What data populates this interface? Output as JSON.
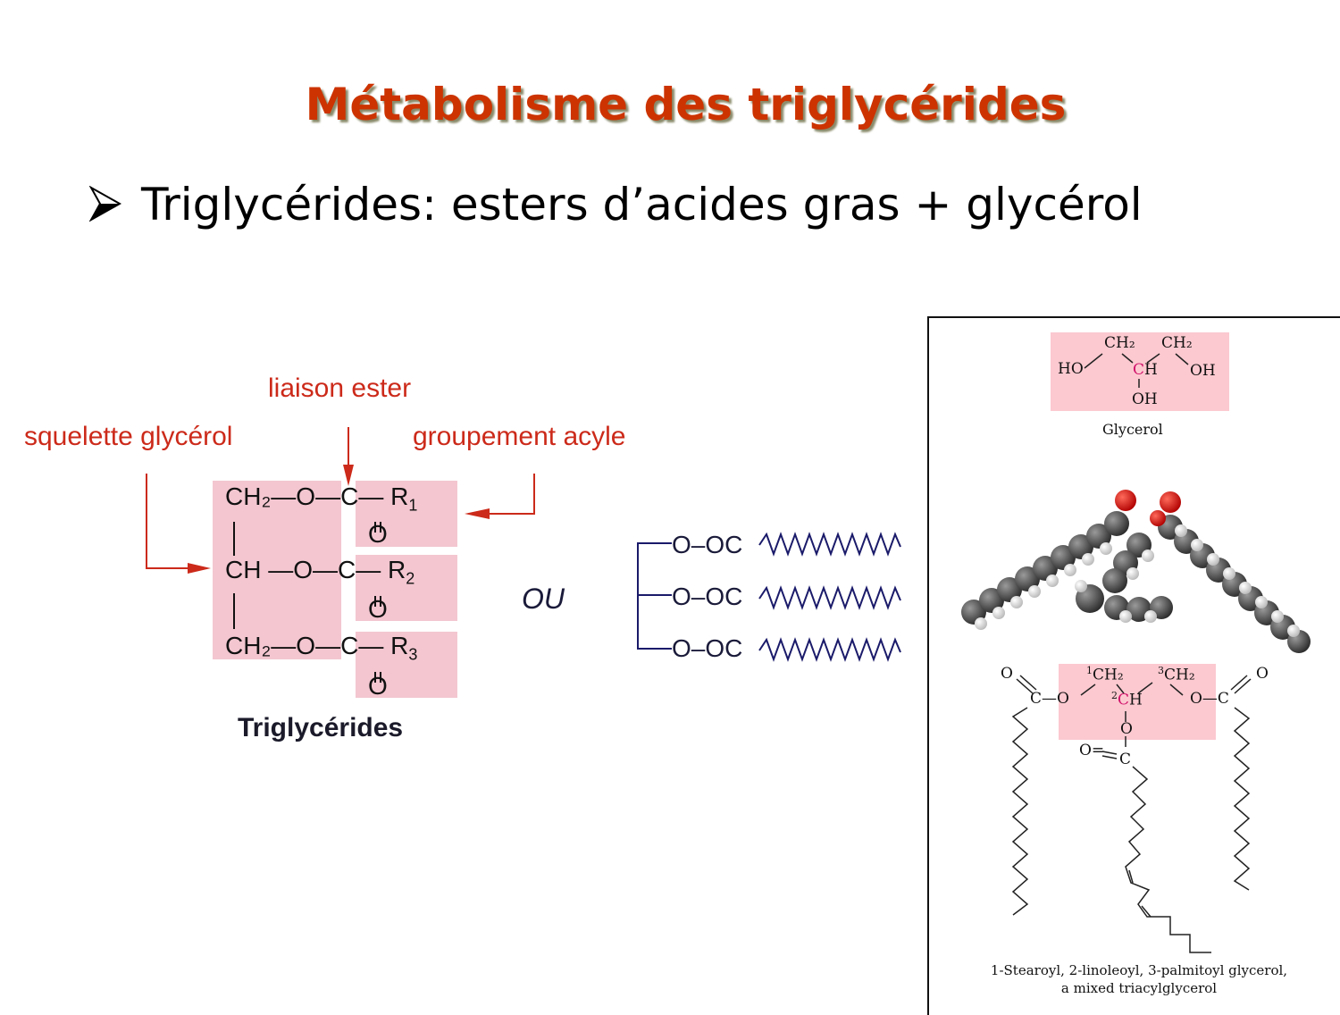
{
  "slide": {
    "title": "Métabolisme des triglycérides",
    "bullet": {
      "icon": "arrowhead-bullet-icon",
      "text": "Triglycérides: esters d’acides gras + glycérol"
    }
  },
  "left_diagram": {
    "labels": {
      "ester_bond": "liaison ester",
      "glycerol_backbone": "squelette glycérol",
      "acyl_group": "groupement acyle"
    },
    "rows": [
      {
        "backbone": "CH₂—O—",
        "carbon": "C—",
        "r": "R",
        "r_sub": "1",
        "carbonyl": "O"
      },
      {
        "backbone": "CH —O—",
        "carbon": "C—",
        "r": "R",
        "r_sub": "2",
        "carbonyl": "O"
      },
      {
        "backbone": "CH₂—O—",
        "carbon": "C—",
        "r": "R",
        "r_sub": "3",
        "carbonyl": "O"
      }
    ],
    "caption": "Triglycérides",
    "or_label": "OU",
    "chains": [
      "O–OC",
      "O–OC",
      "O–OC"
    ],
    "colors": {
      "label_red": "#cc2a1a",
      "highlight_pink": "#f3c6d0",
      "chain_blue": "#1a1a6a"
    }
  },
  "right_panel": {
    "glycerol": {
      "ch2_left": "CH₂",
      "ch2_right": "CH₂",
      "ho": "HO",
      "c": "C",
      "h": "H",
      "oh_right": "OH",
      "oh_bottom": "OH",
      "caption": "Glycerol"
    },
    "model_alt": "space-filling-model-triacylglycerol",
    "structure": {
      "o_left": "O",
      "c_left": "C—O",
      "ch2_1_sup": "1",
      "ch2_1": "CH₂",
      "ch_2_sup": "2",
      "ch_c": "C",
      "ch_h": "H",
      "ch2_3_sup": "3",
      "ch2_3": "CH₂",
      "o_right": "O",
      "c_right": "O—C",
      "o_mid": "O",
      "o_eq": "O=",
      "c_mid": "C"
    },
    "caption_line1": "1-Stearoyl, 2-linoleoyl, 3-palmitoyl glycerol,",
    "caption_line2": "a mixed triacylglycerol"
  }
}
